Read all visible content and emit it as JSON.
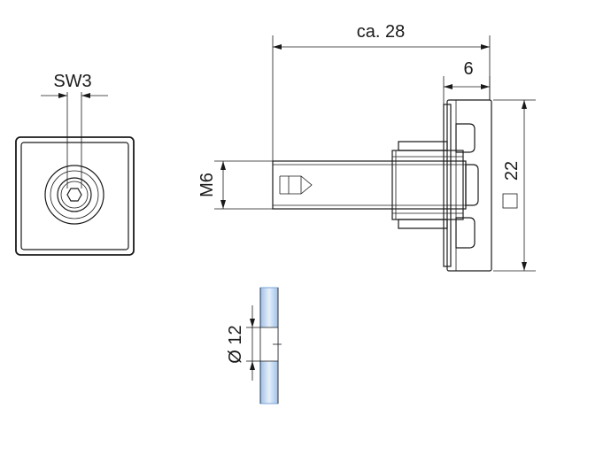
{
  "labels": {
    "sw": "SW3",
    "overall_length": "ca. 28",
    "flange_width": "6",
    "thread": "M6",
    "square_size": "22",
    "hole_diameter": "Ø 12"
  },
  "colors": {
    "line": "#1a1a1a",
    "glass_edge": "#7aa4d8",
    "glass_fill": "#dbe8f7"
  }
}
